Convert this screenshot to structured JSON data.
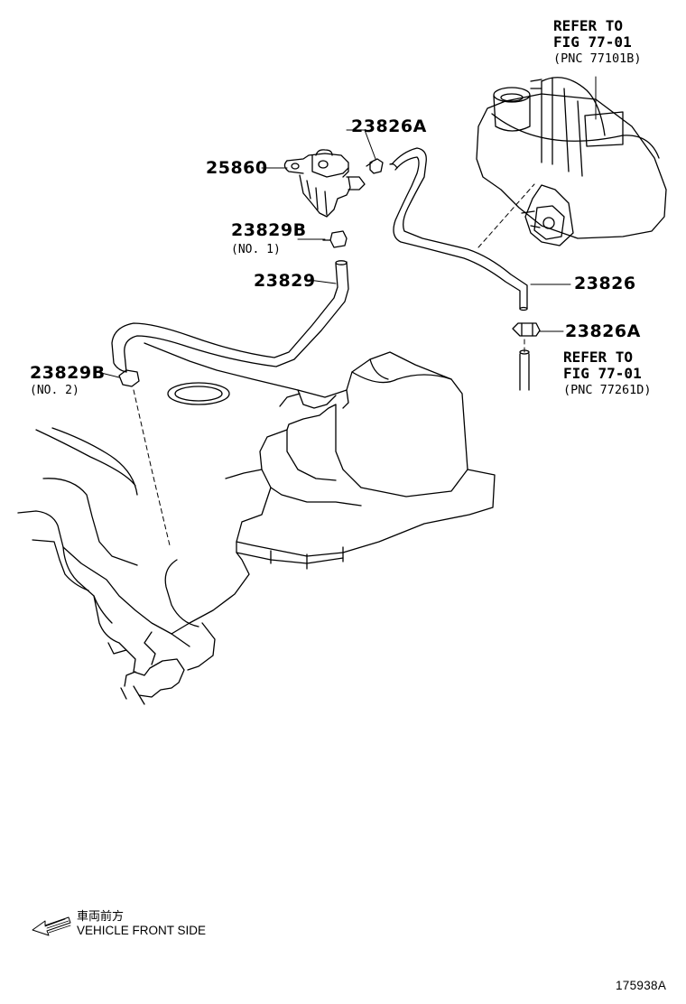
{
  "callouts": {
    "p23826A_top": "23826A",
    "p25860": "25860",
    "p23829B_no1": "23829B",
    "p23829B_no1_sub": "(NO. 1)",
    "p23829": "23829",
    "p23829B_no2": "23829B",
    "p23829B_no2_sub": "(NO. 2)",
    "p23826": "23826",
    "p23826A_bottom": "23826A"
  },
  "refers": {
    "top": {
      "line1": "REFER TO",
      "line2": "FIG 77-01",
      "line3": "(PNC 77101B)"
    },
    "bottom": {
      "line1": "REFER TO",
      "line2": "FIG 77-01",
      "line3": "(PNC 77261D)"
    }
  },
  "front_indicator": {
    "jp_label": "車両前方",
    "en_label": "VEHICLE FRONT SIDE"
  },
  "figure_id": "175938A"
}
